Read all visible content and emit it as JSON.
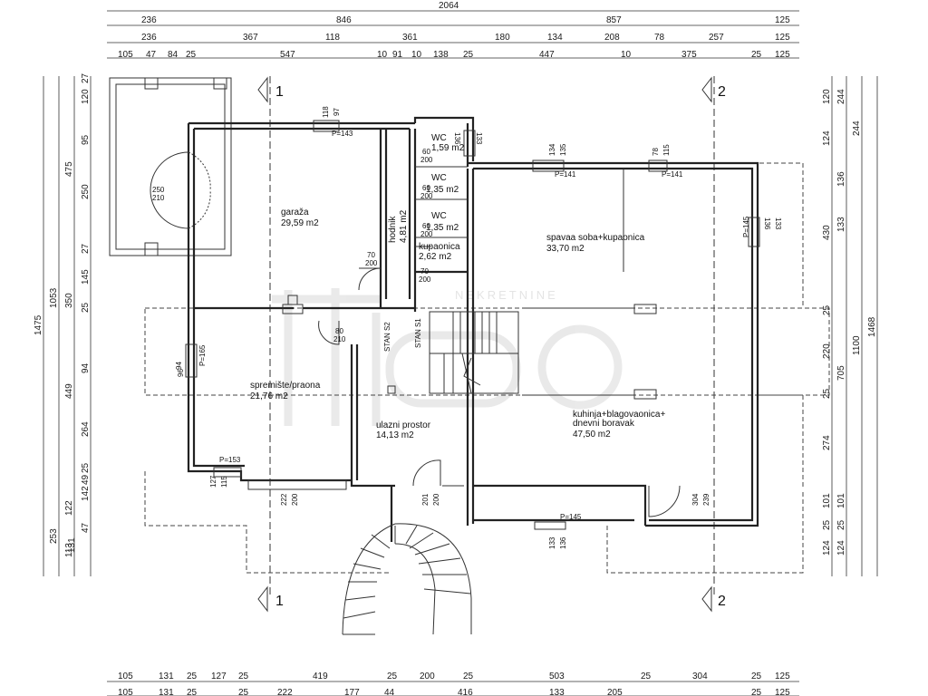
{
  "dimensions": {
    "top_row_1": [
      "2064"
    ],
    "top_row_2": [
      "236",
      "846",
      "857",
      "125"
    ],
    "top_row_3": [
      "236",
      "367",
      "118",
      "361",
      "180",
      "134",
      "208",
      "78",
      "257",
      "125"
    ],
    "top_row_4": [
      "105",
      "47",
      "84",
      "25",
      "547",
      "10",
      "91",
      "10",
      "138",
      "25",
      "447",
      "10",
      "375",
      "25",
      "125"
    ],
    "left_outer": [
      "1475"
    ],
    "left_mid": [
      "1053",
      "253"
    ],
    "left_inner": [
      "475",
      "350",
      "449",
      "122",
      "113"
    ],
    "left_fine": [
      "120",
      "27",
      "95",
      "250",
      "27",
      "145",
      "25",
      "94",
      "264",
      "49",
      "25",
      "142",
      "47",
      "131"
    ],
    "right_inner": [
      "120",
      "124",
      "136",
      "133",
      "25",
      "220",
      "25",
      "274",
      "101",
      "25",
      "124"
    ],
    "right_mid": [
      "244",
      "430",
      "705",
      "101",
      "25",
      "124"
    ],
    "right_outer": [
      "1100",
      "1468"
    ],
    "bottom_row_1": [
      "105",
      "131",
      "25",
      "127",
      "25",
      "419",
      "25",
      "200",
      "25",
      "503",
      "25",
      "304",
      "25",
      "125"
    ],
    "bottom_row_2": [
      "105",
      "131",
      "25",
      "25",
      "222",
      "177",
      "44",
      "416",
      "133",
      "205",
      "25",
      "125"
    ]
  },
  "rooms": [
    {
      "name": "garaža",
      "area": "29,59 m2"
    },
    {
      "name": "hodnik",
      "area": "4,81 m2"
    },
    {
      "name": "WC",
      "area": "1,59 m2"
    },
    {
      "name": "WC",
      "area": "1,35 m2"
    },
    {
      "name": "WC",
      "area": "1,35 m2"
    },
    {
      "name": "kupaonica",
      "area": "2,62 m2"
    },
    {
      "name": "spavaa soba+kupaonica",
      "area": "33,70 m2"
    },
    {
      "name": "spremište/praona",
      "area": "21,76 m2"
    },
    {
      "name": "ulazni prostor",
      "area": "14,13 m2"
    },
    {
      "name": "kuhinja+blagovaonica+",
      "name2": "dnevni boravak",
      "area": "47,50 m2"
    }
  ],
  "openings": {
    "sill_143": "P=143",
    "sill_141a": "P=141",
    "sill_141b": "P=141",
    "sill_145_right": "P=145",
    "sill_165": "P=165",
    "sill_153": "P=153",
    "sill_145_bottom": "P=145",
    "win_118_97": [
      "118",
      "97"
    ],
    "win_134_135": [
      "134",
      "135"
    ],
    "win_78_115": [
      "78",
      "115"
    ],
    "win_136_133_top": [
      "136",
      "133"
    ],
    "win_136_133_right": [
      "136",
      "133"
    ],
    "door_garage": [
      "250",
      "210"
    ],
    "door_hodnik": [
      "70",
      "200"
    ],
    "door_kup": [
      "70",
      "200"
    ],
    "door_wc1": [
      "60",
      "200"
    ],
    "door_wc2": [
      "60",
      "200"
    ],
    "door_wc3": [
      "60",
      "200"
    ],
    "door_80": [
      "80",
      "210"
    ],
    "win_94_96": [
      "94",
      "96"
    ],
    "win_127_115": [
      "127",
      "115"
    ],
    "win_222_200": [
      "222",
      "200"
    ],
    "door_201_200": [
      "201",
      "200"
    ],
    "win_133_136": [
      "133",
      "136"
    ],
    "win_304_239": [
      "304",
      "239"
    ]
  },
  "stairs": {
    "s2": "STAN S2",
    "s1": "STAN S1"
  },
  "sections": {
    "one": "1",
    "two": "2"
  },
  "watermark": {
    "text": "NEKRETNINE"
  }
}
